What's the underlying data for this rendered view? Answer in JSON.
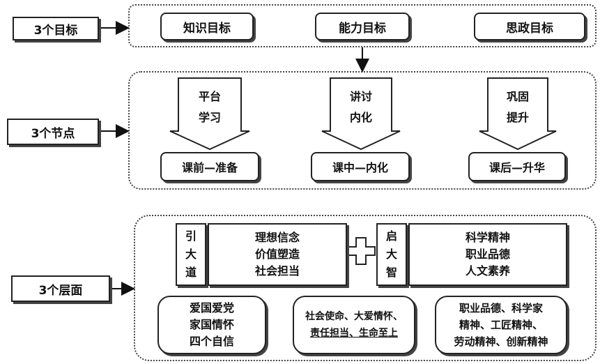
{
  "left_labels": {
    "goals": "3个目标",
    "nodes": "3个节点",
    "levels": "3个层面"
  },
  "goals": [
    "知识目标",
    "能力目标",
    "思政目标"
  ],
  "nodes": [
    {
      "top_line1": "平台",
      "top_line2": "学习",
      "bottom": "课前—准备"
    },
    {
      "top_line1": "讲讨",
      "top_line2": "内化",
      "bottom": "课中—内化"
    },
    {
      "top_line1": "巩固",
      "top_line2": "提升",
      "bottom": "课后—升华"
    }
  ],
  "levels": {
    "left_header": {
      "chars": [
        "引",
        "大",
        "道"
      ],
      "lines": [
        "理想信念",
        "价值塑造",
        "社会担当"
      ]
    },
    "right_header": {
      "chars": [
        "启",
        "大",
        "智"
      ],
      "lines": [
        "科学精神",
        "职业品德",
        "人文素养"
      ]
    },
    "plus_symbol": "+",
    "bottom_boxes": [
      [
        "爱国爱党",
        "家国情怀",
        "四个自信"
      ],
      [
        "社会使命、大爱情怀、",
        "责任担当、生命至上"
      ],
      [
        "职业品德、科学家",
        "精神、工匠精神、",
        "劳动精神、创新精神"
      ]
    ]
  }
}
